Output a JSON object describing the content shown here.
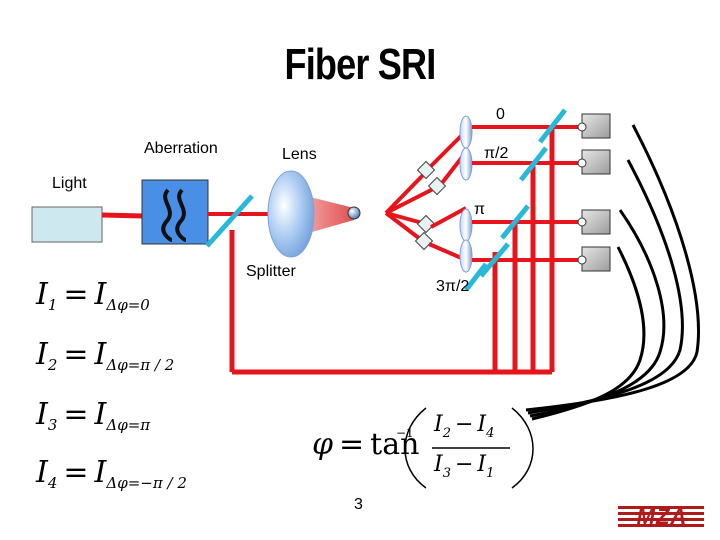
{
  "title": "Fiber SRI",
  "labels": {
    "aberration": "Aberration",
    "lens": "Lens",
    "light": "Light",
    "splitter": "Splitter",
    "phase_0": "0",
    "phase_pi_2": "π/2",
    "phase_pi": "π",
    "phase_3pi_2": "3π/2"
  },
  "equations": [
    {
      "lhs": "I",
      "lhs_sub": "1",
      "rhs": "I",
      "rhs_sub": "Δφ=0"
    },
    {
      "lhs": "I",
      "lhs_sub": "2",
      "rhs": "I",
      "rhs_sub": "Δφ=π / 2"
    },
    {
      "lhs": "I",
      "lhs_sub": "3",
      "rhs": "I",
      "rhs_sub": "Δφ=π"
    },
    {
      "lhs": "I",
      "lhs_sub": "4",
      "rhs": "I",
      "rhs_sub": "Δφ=−π / 2"
    }
  ],
  "phase_formula": {
    "lhs": "φ",
    "func": "tan",
    "exp": "−1",
    "num_a": "I",
    "num_a_sub": "2",
    "num_b": "I",
    "num_b_sub": "4",
    "den_a": "I",
    "den_a_sub": "3",
    "den_b": "I",
    "den_b_sub": "1"
  },
  "page_number": "3",
  "logo": "MZA",
  "colors": {
    "fiber": "#e8141c",
    "mirror": "#28b8d8",
    "light_source": "#cde8ee",
    "aberration_box": "#4a8fe6",
    "lens": "#9ec3f0",
    "detector": "#b8b8b8",
    "logo": "#b11a1a"
  }
}
